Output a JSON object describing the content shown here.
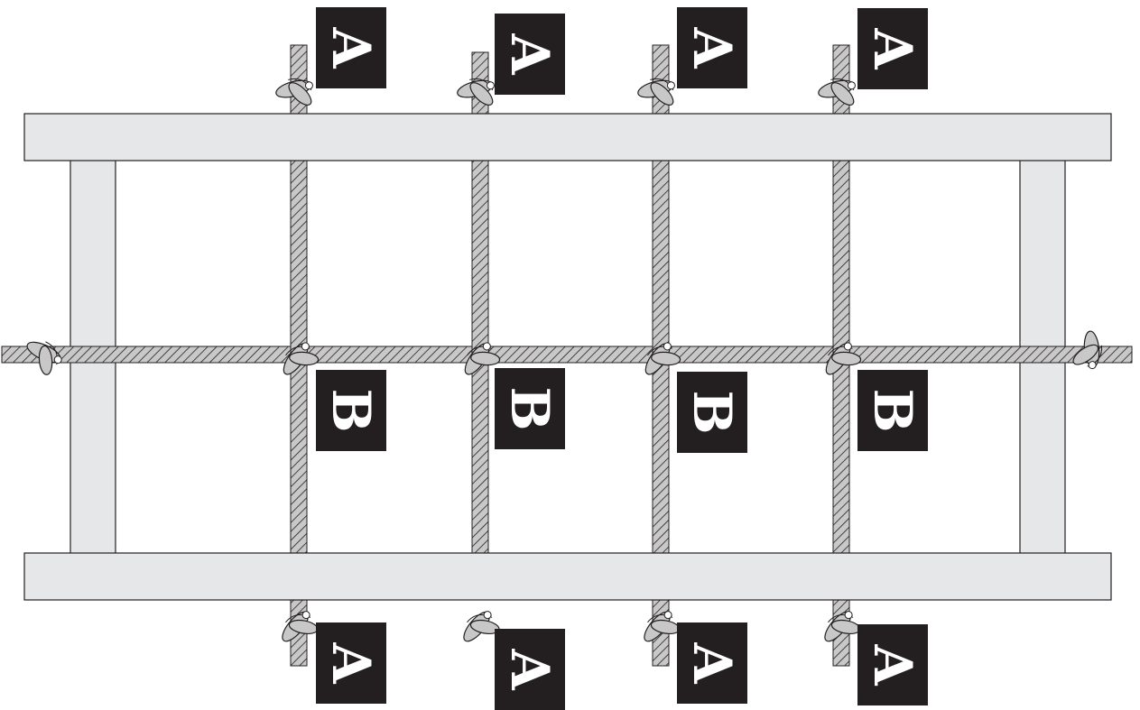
{
  "colors": {
    "frame_fill": "#e6e7e8",
    "frame_stroke": "#231f20",
    "rope_fill": "#c8c8c8",
    "rope_stroke": "#231f20",
    "label_box": "#231f20",
    "label_text": "#ffffff"
  },
  "labels": {
    "top": [
      "A",
      "A",
      "A",
      "A"
    ],
    "middle": [
      "B",
      "B",
      "B",
      "B"
    ],
    "bottom": [
      "A",
      "A",
      "A",
      "A"
    ]
  }
}
